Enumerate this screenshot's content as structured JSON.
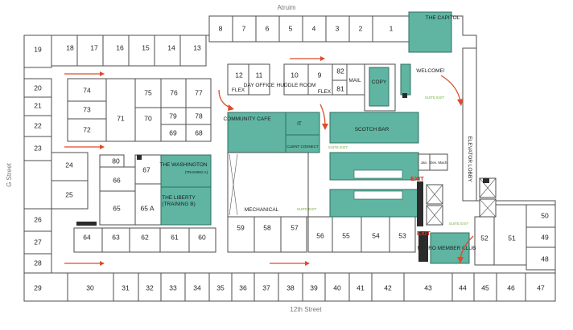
{
  "streets": {
    "top": "Atruim",
    "left": "G Street",
    "bottom": "12th Street"
  },
  "rooms": {
    "top_row": [
      "8",
      "7",
      "6",
      "5",
      "4",
      "3",
      "2",
      "1"
    ],
    "west_column": [
      "19",
      "20",
      "21",
      "22",
      "23",
      "24",
      "25",
      "26",
      "27",
      "28"
    ],
    "northwest_row": [
      "18",
      "17",
      "16",
      "15",
      "14",
      "13"
    ],
    "south_row": [
      "29",
      "30",
      "31",
      "32",
      "33",
      "34",
      "35",
      "36",
      "37",
      "38",
      "39",
      "40",
      "41",
      "42",
      "43",
      "44",
      "45",
      "46",
      "47"
    ],
    "inner_south": [
      "64",
      "63",
      "62",
      "61",
      "60",
      "59",
      "58",
      "57",
      "56",
      "55",
      "54",
      "53",
      "52",
      "51"
    ],
    "inner_west": [
      "74",
      "73",
      "72",
      "71",
      "70",
      "75",
      "76",
      "77",
      "79",
      "78",
      "69",
      "68",
      "80",
      "67",
      "66",
      "65",
      "65 A"
    ],
    "east_column": [
      "50",
      "49",
      "48"
    ],
    "center": [
      "12",
      "11",
      "10",
      "9",
      "82",
      "81"
    ]
  },
  "labels": {
    "capitol": "THE CAPITOL",
    "welcome": "WELCOME!",
    "mail": "MAIL",
    "copy": "COPY",
    "flex": "FLEX",
    "day_office": "DAY OFFICE",
    "huddle_room": "HUDDLE ROOM",
    "community_cafe": "COMMUNITY CAFE",
    "it": "IT",
    "client_connect": "CLIENT CONNECT",
    "scotch_bar": "SCOTCH BAR",
    "washington": "THE WASHINGTON",
    "training_a": "(TRAINING A)",
    "liberty": "THE LIBERTY",
    "training_b": "(TRAINING B)",
    "mechanical": "MECHANICAL",
    "jan": "Jan.",
    "elev_mach": "Elev. Mach.",
    "elevator_lobby": "ELEVATOR LOBBY",
    "metro_member_club": "METRO MEMBER CLUB",
    "exit": "EXIT",
    "suite_exit": "SUITE EXIT"
  },
  "colors": {
    "highlight": "#5fb5a2",
    "arrow": "#e0492b",
    "suite_exit": "#6fae3a"
  }
}
